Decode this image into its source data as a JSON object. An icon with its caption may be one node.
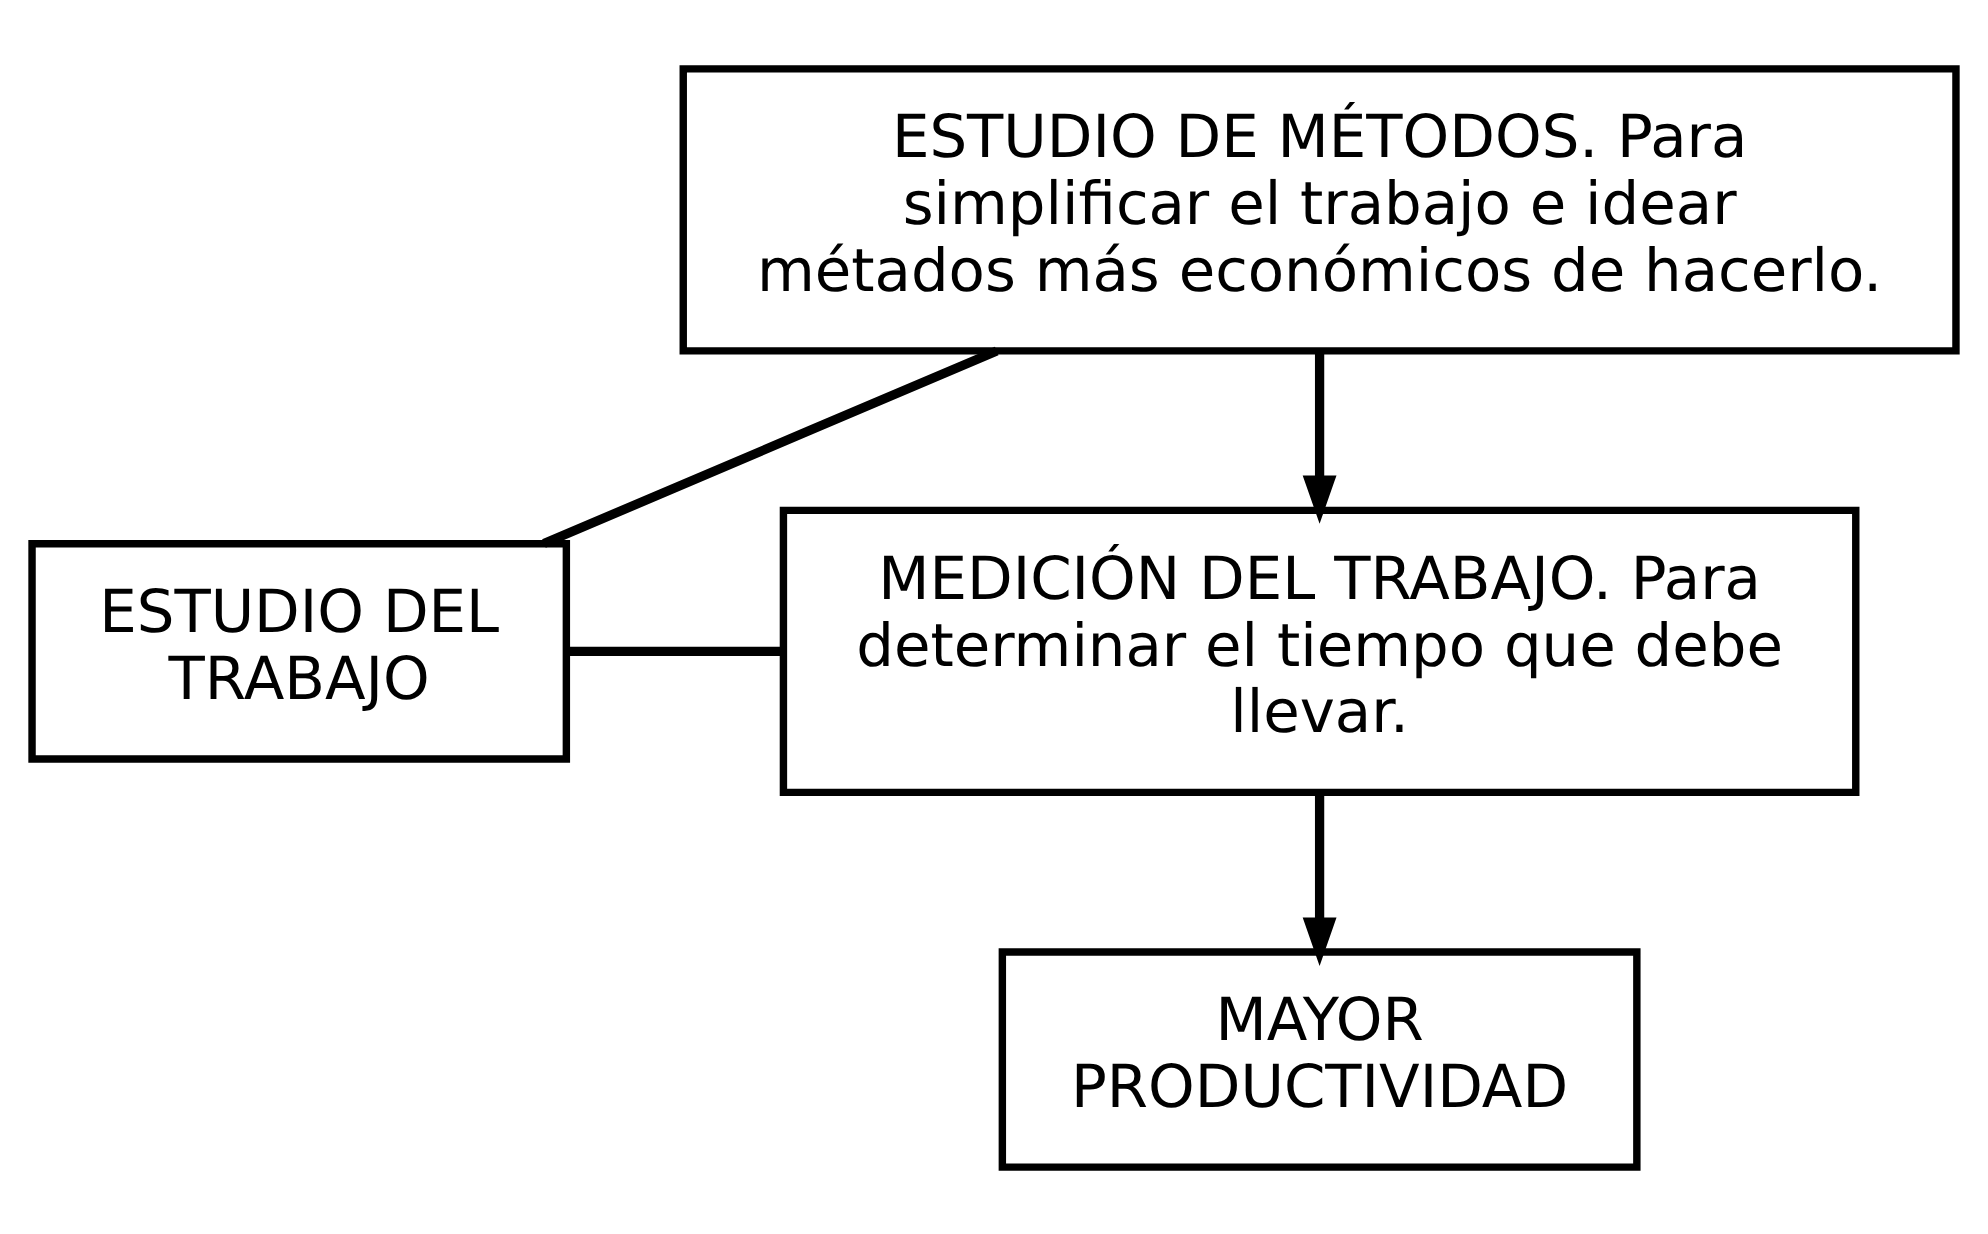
{
  "diagram": {
    "nodes": [
      {
        "text": [
          "ESTUDIO DEL TRABAJO"
        ]
      },
      {
        "text": [
          "ESTUDIO DE MÉTODOS. Para simplificar el trabajo e idear métados más económicos de hacerlo."
        ]
      },
      {
        "text": [
          "MEDICIÓN DEL TRABAJO. Para determinar el tiempo que debe llevar."
        ]
      },
      {
        "text": [
          "MAYOR PRODUCTIVIDAD"
        ]
      }
    ],
    "edges": [
      {
        "from": 0,
        "to": 1,
        "arrow": "none"
      },
      {
        "from": 0,
        "to": 2,
        "arrow": "none"
      },
      {
        "from": 1,
        "to": 2,
        "arrow": "to"
      },
      {
        "from": 2,
        "to": 3,
        "arrow": "to"
      }
    ]
  }
}
